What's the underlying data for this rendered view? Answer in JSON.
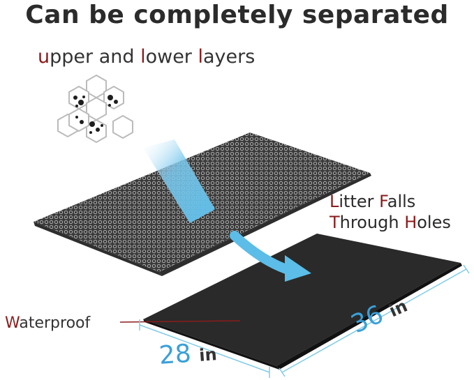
{
  "title": "Can be completely separated",
  "subtitle": {
    "p1_red": "u",
    "p1": "pper and ",
    "p2_red": "l",
    "p2": "ower ",
    "p3_red": "l",
    "p3": "ayers"
  },
  "litter_label": {
    "line1_red": "L",
    "line1_a": "itter ",
    "line1_red2": "F",
    "line1_b": "alls",
    "line2_red": "T",
    "line2_a": "hrough ",
    "line2_red2": "H",
    "line2_b": "oles"
  },
  "waterproof_label": {
    "red": "W",
    "rest": "aterproof"
  },
  "dimensions": {
    "width": {
      "value": "28",
      "unit": "in"
    },
    "length": {
      "value": "36",
      "unit": "in"
    }
  },
  "colors": {
    "arrow": "#5bbde8",
    "mat": "#2a2a2a",
    "accent_red": "#8a1c1c",
    "dimension_blue": "#3aa0d8"
  }
}
